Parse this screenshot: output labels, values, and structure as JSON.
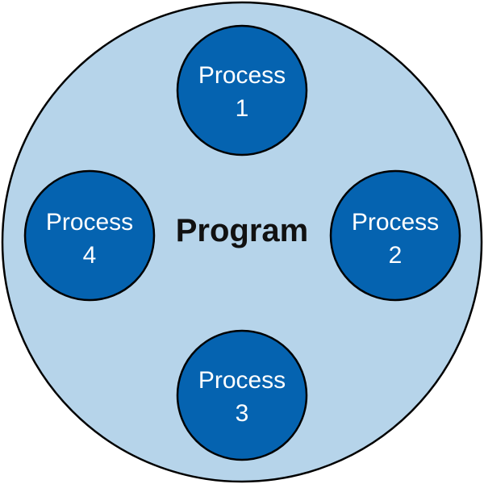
{
  "diagram": {
    "center_label": "Program",
    "processes": [
      {
        "name": "Process",
        "number": "1"
      },
      {
        "name": "Process",
        "number": "2"
      },
      {
        "name": "Process",
        "number": "3"
      },
      {
        "name": "Process",
        "number": "4"
      }
    ],
    "colors": {
      "outer_fill": "#b6d4ea",
      "node_fill": "#0563b0",
      "stroke": "#000000",
      "center_text": "#111111",
      "node_text": "#ffffff"
    }
  }
}
